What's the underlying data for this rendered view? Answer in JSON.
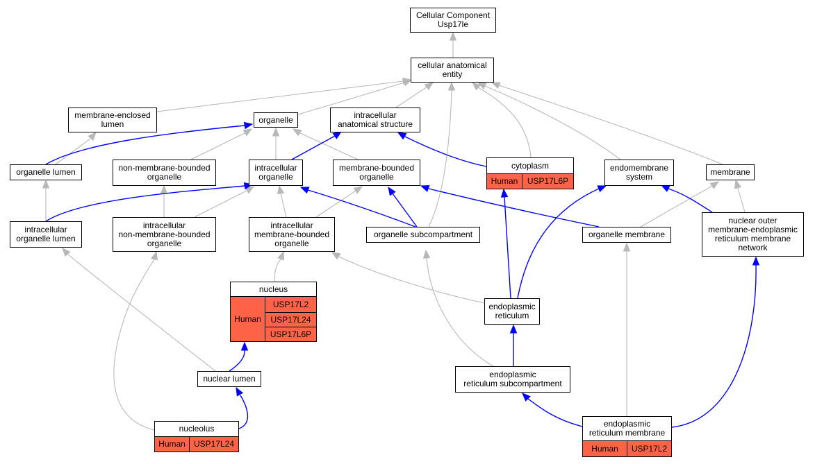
{
  "diagram": {
    "colors": {
      "is_a_edge": "#b8b8b8",
      "part_of_edge": "#0000ff",
      "gene_cell": "#ff6347"
    },
    "nodes": {
      "root": "Cellular Component\nUsp17le",
      "cae": "cellular anatomical\nentity",
      "mel": "membrane-enclosed\nlumen",
      "organelle": "organelle",
      "ias": "intracellular\nanatomical structure",
      "cytoplasm": "cytoplasm",
      "endosys": "endomembrane\nsystem",
      "membrane": "membrane",
      "orglumen": "organelle lumen",
      "nmbo": "non-membrane-bounded\norganelle",
      "intorg": "intracellular\norganelle",
      "mbo": "membrane-bounded\norganelle",
      "iol": "intracellular\norganelle lumen",
      "inmbo": "intracellular\nnon-membrane-bounded\norganelle",
      "imbo": "intracellular\nmembrane-bounded\norganelle",
      "osub": "organelle subcompartment",
      "omem": "organelle membrane",
      "nomer": "nuclear outer\nmembrane-endoplasmic\nreticulum membrane\nnetwork",
      "nucleus": "nucleus",
      "er": "endoplasmic\nreticulum",
      "nlumen": "nuclear lumen",
      "ersub": "endoplasmic\nreticulum subcompartment",
      "nucleolus": "nucleolus",
      "ermem": "endoplasmic\nreticulum membrane"
    },
    "annotations": {
      "cytoplasm": {
        "species": "Human",
        "genes": [
          "USP17L6P"
        ]
      },
      "nucleus": {
        "species": "Human",
        "genes": [
          "USP17L2",
          "USP17L24",
          "USP17L6P"
        ]
      },
      "nucleolus": {
        "species": "Human",
        "genes": [
          "USP17L24"
        ]
      },
      "ermem": {
        "species": "Human",
        "genes": [
          "USP17L2"
        ]
      }
    }
  }
}
